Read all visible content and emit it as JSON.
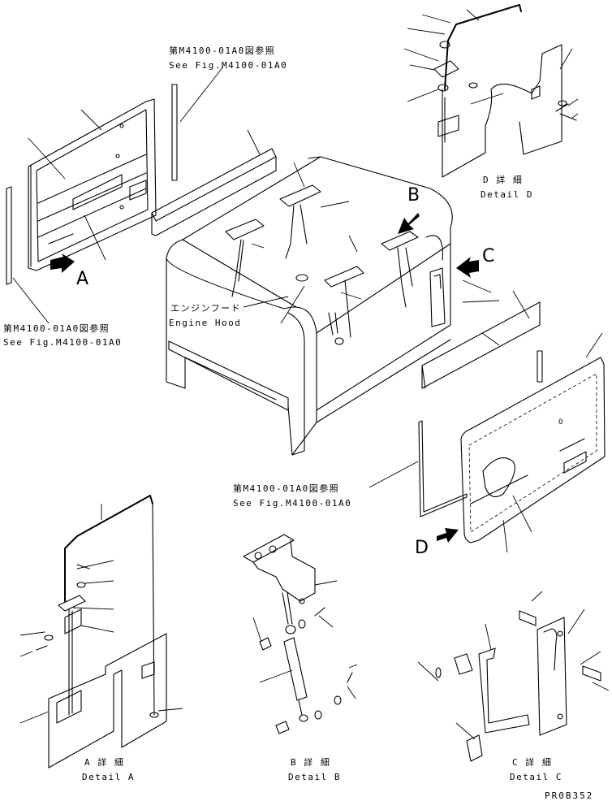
{
  "refs": {
    "top_ref_jp": "第M4100-01A0図参照",
    "top_ref_en": "See Fig.M4100-01A0",
    "left_ref_jp": "第M4100-01A0図参照",
    "left_ref_en": "See Fig.M4100-01A0",
    "mid_ref_jp": "第M4100-01A0図参照",
    "mid_ref_en": "See Fig.M4100-01A0"
  },
  "hood": {
    "label_jp": "エンジンフード",
    "label_en": "Engine Hood"
  },
  "arrows": {
    "a": "A",
    "b": "B",
    "c": "C",
    "d": "D"
  },
  "details": {
    "a_jp": "A 詳 細",
    "a_en": "Detail A",
    "b_jp": "B 詳 細",
    "b_en": "Detail B",
    "c_jp": "C 詳 細",
    "c_en": "Detail C",
    "d_jp": "D 詳 細",
    "d_en": "Detail D"
  },
  "drawing_no": "PR0B352"
}
